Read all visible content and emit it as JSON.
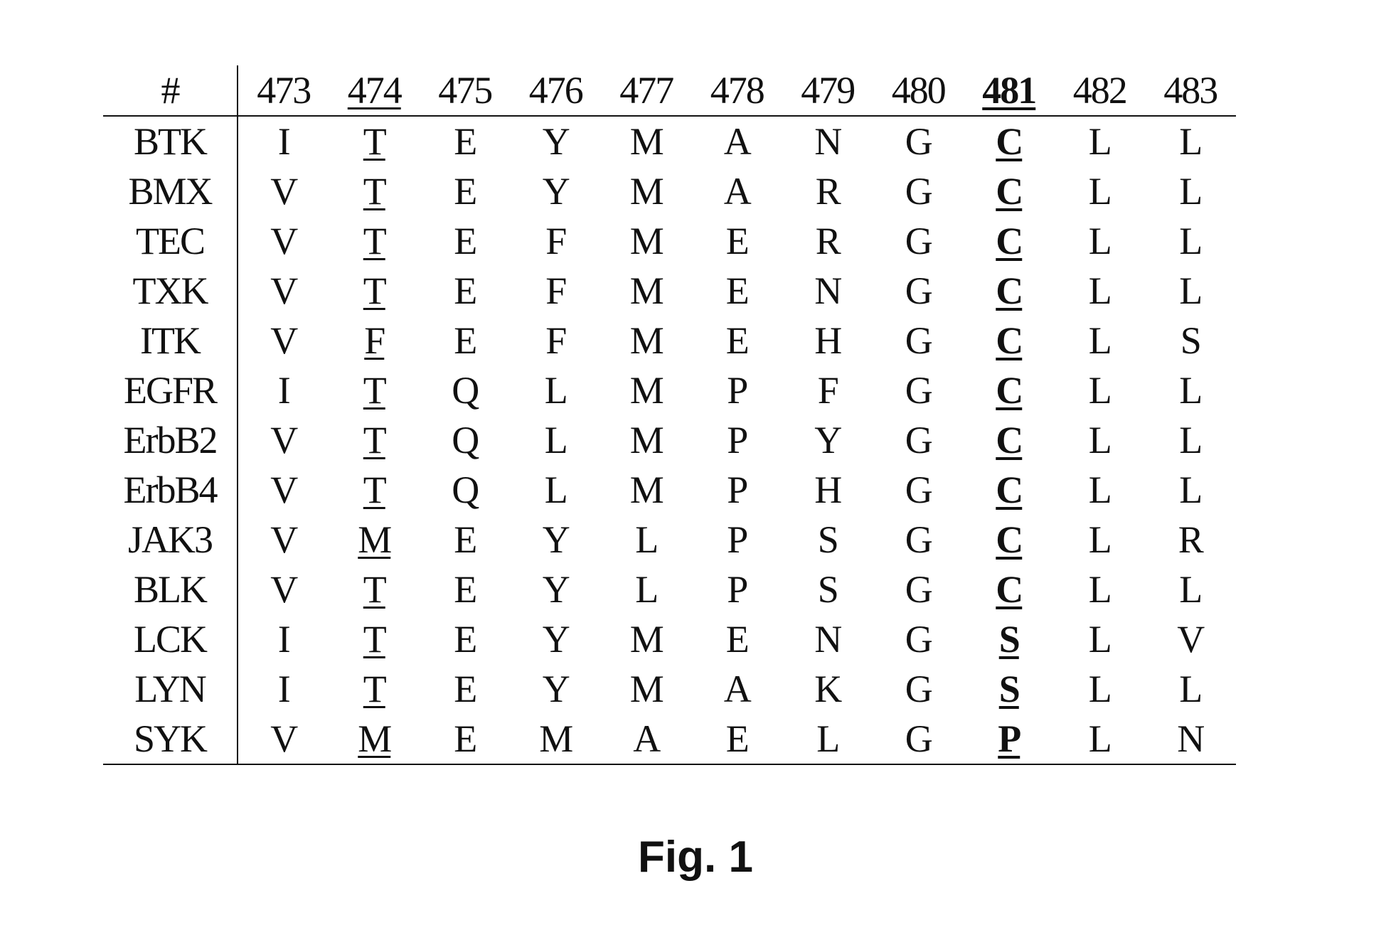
{
  "table": {
    "header_label": "#",
    "positions": [
      "473",
      "474",
      "475",
      "476",
      "477",
      "478",
      "479",
      "480",
      "481",
      "482",
      "483"
    ],
    "rows": [
      {
        "name": "BTK",
        "residues": [
          "I",
          "T",
          "E",
          "Y",
          "M",
          "A",
          "N",
          "G",
          "C",
          "L",
          "L"
        ]
      },
      {
        "name": "BMX",
        "residues": [
          "V",
          "T",
          "E",
          "Y",
          "M",
          "A",
          "R",
          "G",
          "C",
          "L",
          "L"
        ]
      },
      {
        "name": "TEC",
        "residues": [
          "V",
          "T",
          "E",
          "F",
          "M",
          "E",
          "R",
          "G",
          "C",
          "L",
          "L"
        ]
      },
      {
        "name": "TXK",
        "residues": [
          "V",
          "T",
          "E",
          "F",
          "M",
          "E",
          "N",
          "G",
          "C",
          "L",
          "L"
        ]
      },
      {
        "name": "ITK",
        "residues": [
          "V",
          "F",
          "E",
          "F",
          "M",
          "E",
          "H",
          "G",
          "C",
          "L",
          "S"
        ]
      },
      {
        "name": "EGFR",
        "residues": [
          "I",
          "T",
          "Q",
          "L",
          "M",
          "P",
          "F",
          "G",
          "C",
          "L",
          "L"
        ]
      },
      {
        "name": "ErbB2",
        "residues": [
          "V",
          "T",
          "Q",
          "L",
          "M",
          "P",
          "Y",
          "G",
          "C",
          "L",
          "L"
        ]
      },
      {
        "name": "ErbB4",
        "residues": [
          "V",
          "T",
          "Q",
          "L",
          "M",
          "P",
          "H",
          "G",
          "C",
          "L",
          "L"
        ]
      },
      {
        "name": "JAK3",
        "residues": [
          "V",
          "M",
          "E",
          "Y",
          "L",
          "P",
          "S",
          "G",
          "C",
          "L",
          "R"
        ]
      },
      {
        "name": "BLK",
        "residues": [
          "V",
          "T",
          "E",
          "Y",
          "L",
          "P",
          "S",
          "G",
          "C",
          "L",
          "L"
        ]
      },
      {
        "name": "LCK",
        "residues": [
          "I",
          "T",
          "E",
          "Y",
          "M",
          "E",
          "N",
          "G",
          "S",
          "L",
          "V"
        ]
      },
      {
        "name": "LYN",
        "residues": [
          "I",
          "T",
          "E",
          "Y",
          "M",
          "A",
          "K",
          "G",
          "S",
          "L",
          "L"
        ]
      },
      {
        "name": "SYK",
        "residues": [
          "V",
          "M",
          "E",
          "M",
          "A",
          "E",
          "L",
          "G",
          "P",
          "L",
          "N"
        ]
      }
    ]
  },
  "caption": "Fig. 1"
}
